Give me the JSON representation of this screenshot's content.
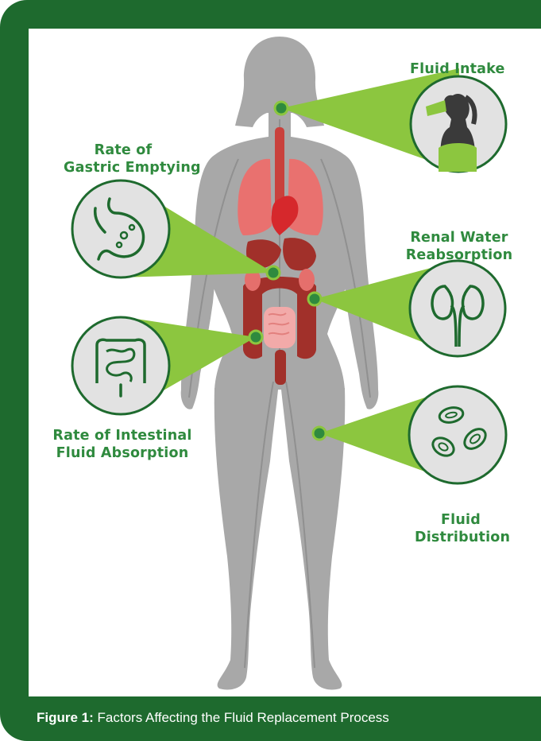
{
  "labels": {
    "fluid_intake": "Fluid Intake",
    "gastric_line1": "Rate of",
    "gastric_line2": "Gastric Emptying",
    "renal_line1": "Renal Water",
    "renal_line2": "Reabsorption",
    "intestinal_line1": "Rate of Intestinal",
    "intestinal_line2": "Fluid Absorption",
    "distribution_line1": "Fluid",
    "distribution_line2": "Distribution"
  },
  "caption": {
    "prefix": "Figure 1:",
    "text": "Factors Affecting the Fluid Replacement Process"
  },
  "icons": [
    "drinking-person-icon",
    "stomach-icon",
    "kidneys-icon",
    "intestines-icon",
    "blood-cells-icon"
  ],
  "colors": {
    "frame": "#1e6a2e",
    "label_green": "#2f8a3e",
    "callout_beam": "#8cc63f",
    "body": "#a5a5a5",
    "organ_dark": "#a1302a",
    "lungs": "#e9716f"
  }
}
